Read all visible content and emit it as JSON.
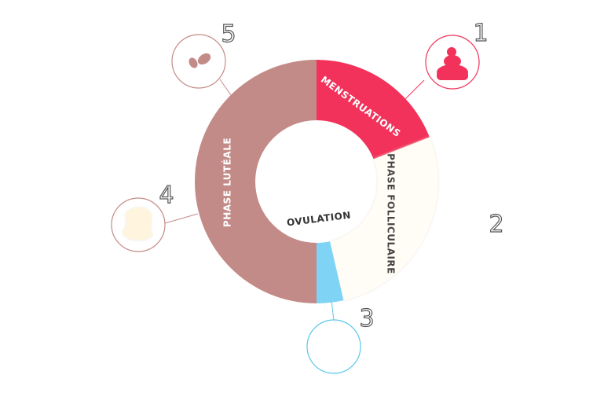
{
  "diagram": {
    "center_label": "OVULATION",
    "segments": [
      {
        "id": "menstruations",
        "label": "MENSTRUATIONS",
        "color": "#f2325a",
        "text_color": "#ffffff"
      },
      {
        "id": "phase-folliculaire",
        "label": "PHASE FOLLICULAIRE",
        "color": "#fffdf5",
        "text_color": "#444444"
      },
      {
        "id": "ovulation",
        "label": "",
        "color": "#7fd4f6",
        "text_color": "#333333"
      },
      {
        "id": "phase-luteale",
        "label": "PHASE LUTÉALE",
        "color": "#c38b87",
        "text_color": "#ffffff"
      }
    ],
    "steps": [
      {
        "number": "1",
        "icon": "blood-drop-icon",
        "ring_color": "#f2325a",
        "icon_color": "#f2325a"
      },
      {
        "number": "2",
        "icon": "",
        "ring_color": "",
        "icon_color": ""
      },
      {
        "number": "3",
        "icon": "",
        "ring_color": "#5ac8ea",
        "icon_color": ""
      },
      {
        "number": "4",
        "icon": "cervical-mucus-icon",
        "ring_color": "#c38b87",
        "icon_color": "#fff5df"
      },
      {
        "number": "5",
        "icon": "spotting-icon",
        "ring_color": "#c38b87",
        "icon_color": "#c38b87"
      }
    ]
  }
}
